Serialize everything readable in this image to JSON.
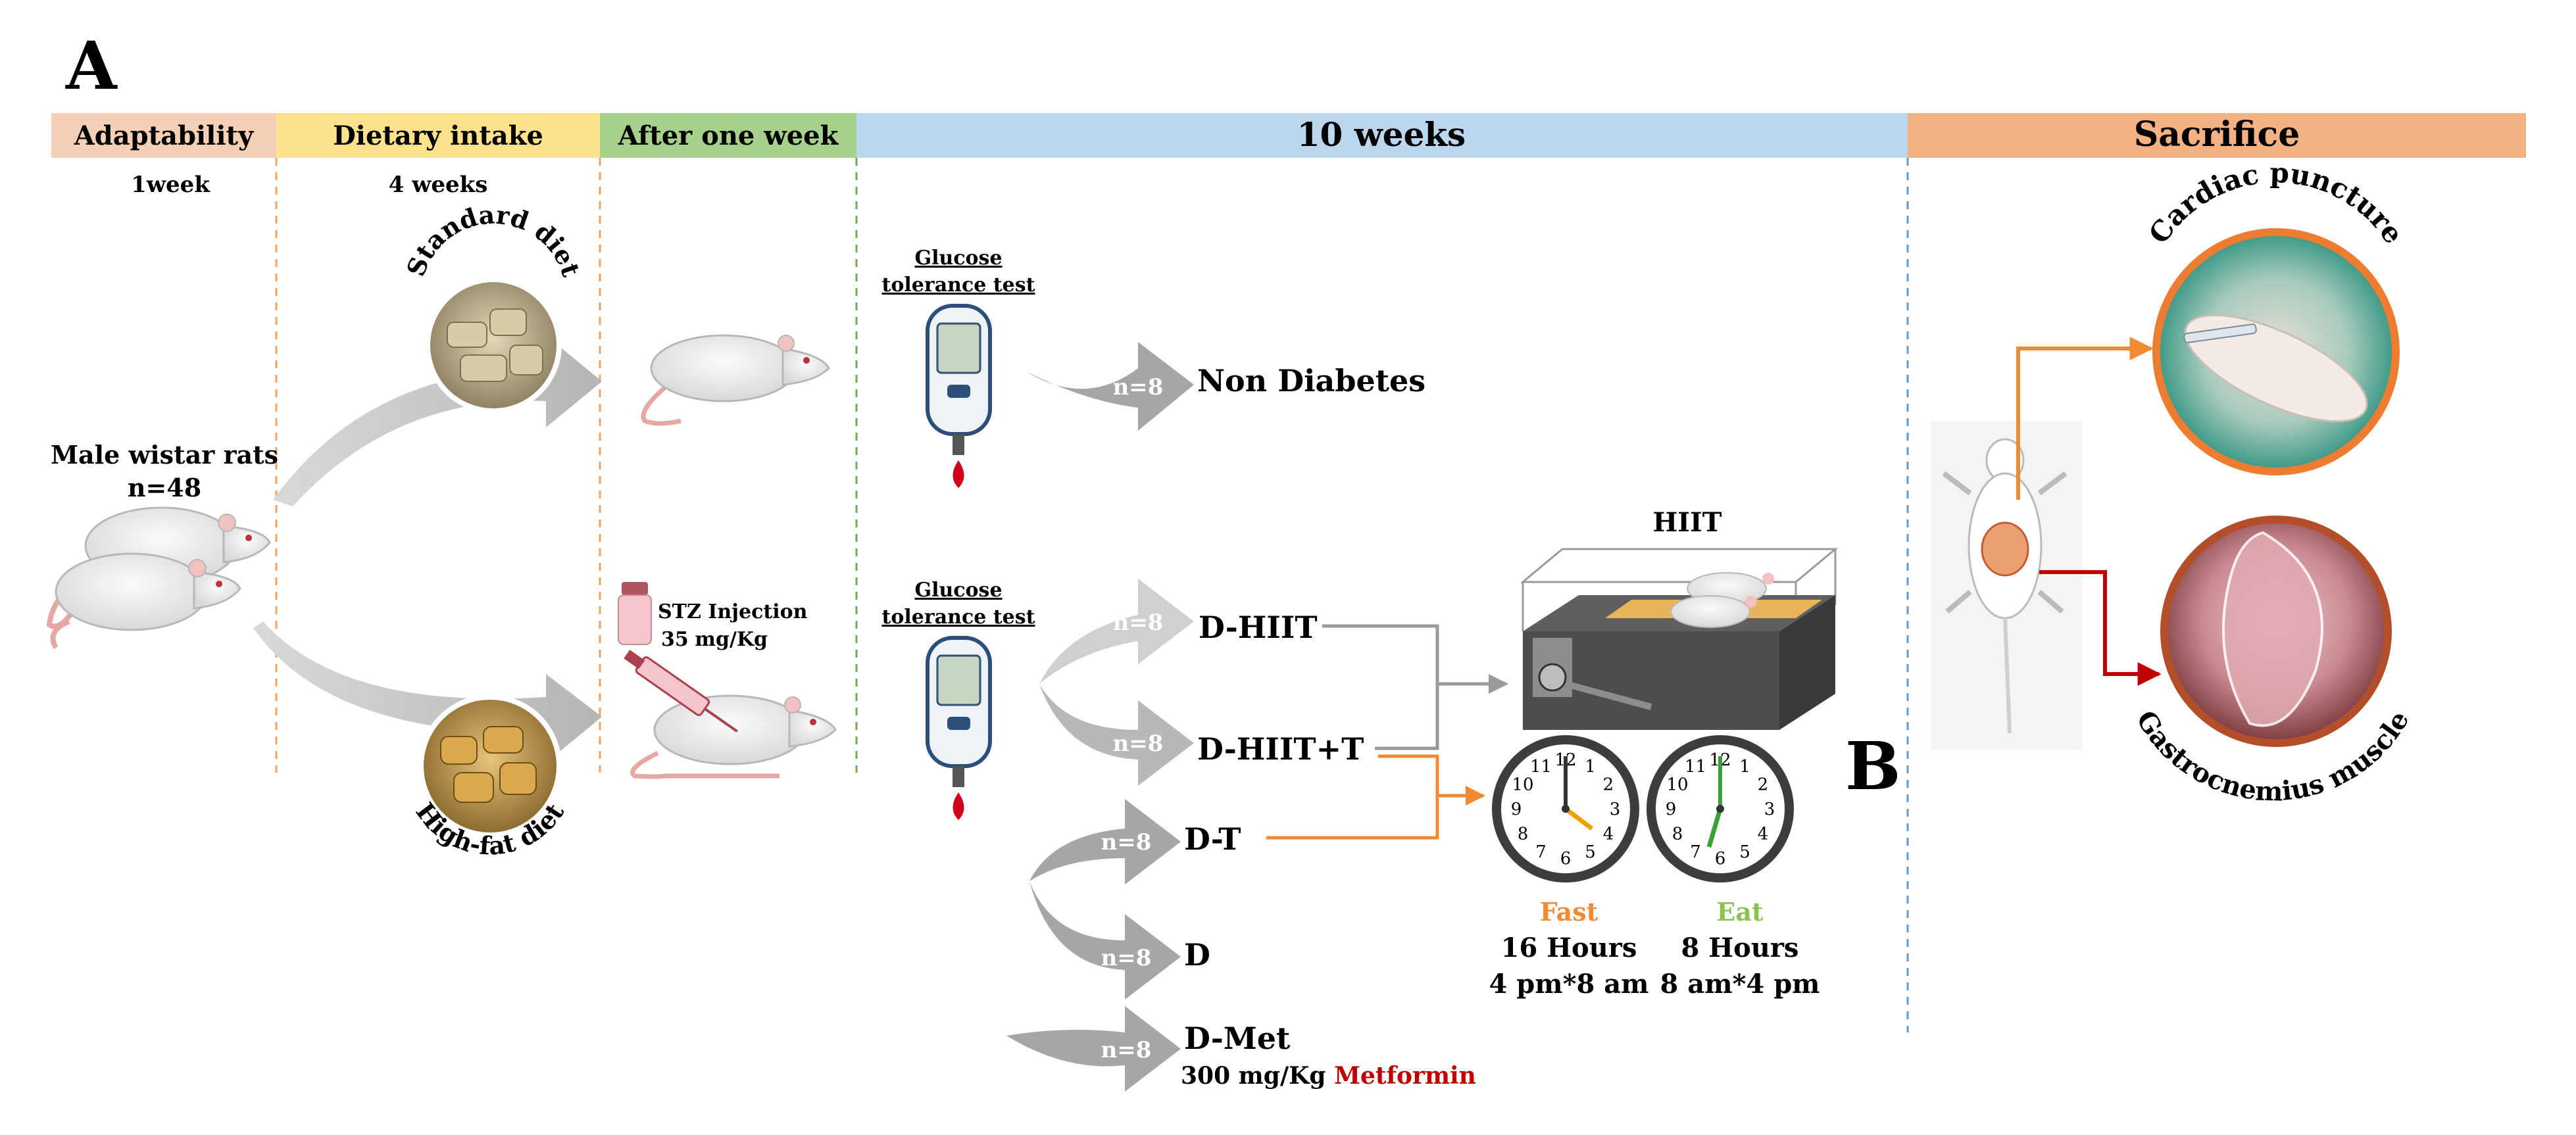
{
  "panel_labels": {
    "a": "A",
    "b": "B"
  },
  "header": {
    "adaptability": "Adaptability",
    "dietary_intake": "Dietary intake",
    "after_one_week": "After one week",
    "ten_weeks": "10 weeks",
    "sacrifice": "Sacrifice"
  },
  "durations": {
    "adaptability": "1week",
    "dietary_intake": "4 weeks"
  },
  "rats": {
    "title": "Male wistar rats",
    "count": "n=48"
  },
  "diets": {
    "standard": "Standard diet",
    "high_fat": "High-fat diet"
  },
  "stz": {
    "title": "STZ Injection",
    "dose_value": "35",
    "dose_unit": "mg/Kg"
  },
  "glucose_test": {
    "line1": "Glucose",
    "line2": "tolerance test"
  },
  "groups": {
    "non_diabetes": {
      "n": "n=8",
      "label": "Non Diabetes"
    },
    "d_hiit": {
      "n": "n=8",
      "label": "D-HIIT"
    },
    "d_hiit_t": {
      "n": "n=8",
      "label": "D-HIIT+T"
    },
    "d_t": {
      "n": "n=8",
      "label": "D-T"
    },
    "d": {
      "n": "n=8",
      "label": "D"
    },
    "d_met": {
      "n": "n=8",
      "label": "D-Met",
      "dose": "300 mg/Kg",
      "drug": "Metformin"
    }
  },
  "hiit_label": "HIIT",
  "fasting": {
    "fast": {
      "label": "Fast",
      "hours": "16 Hours",
      "window": "4 pm*8 am"
    },
    "eat": {
      "label": "Eat",
      "hours": "8 Hours",
      "window": "8 am*4 pm"
    },
    "clock_numbers": [
      "12",
      "1",
      "2",
      "3",
      "4",
      "5",
      "6",
      "7",
      "8",
      "9",
      "10",
      "11"
    ]
  },
  "sacrifice": {
    "cardiac": "Cardiac puncture",
    "muscle": "Gastrocnemius muscle"
  },
  "colors": {
    "adaptability_bg": "#f6cfb7",
    "dietary_bg": "#fde18b",
    "after_week_bg": "#a8d08d",
    "ten_weeks_bg": "#bcd6ee",
    "sacrifice_bg": "#f4b183",
    "orange": "#f08a35",
    "green": "#8cc152",
    "red": "#c00000"
  }
}
